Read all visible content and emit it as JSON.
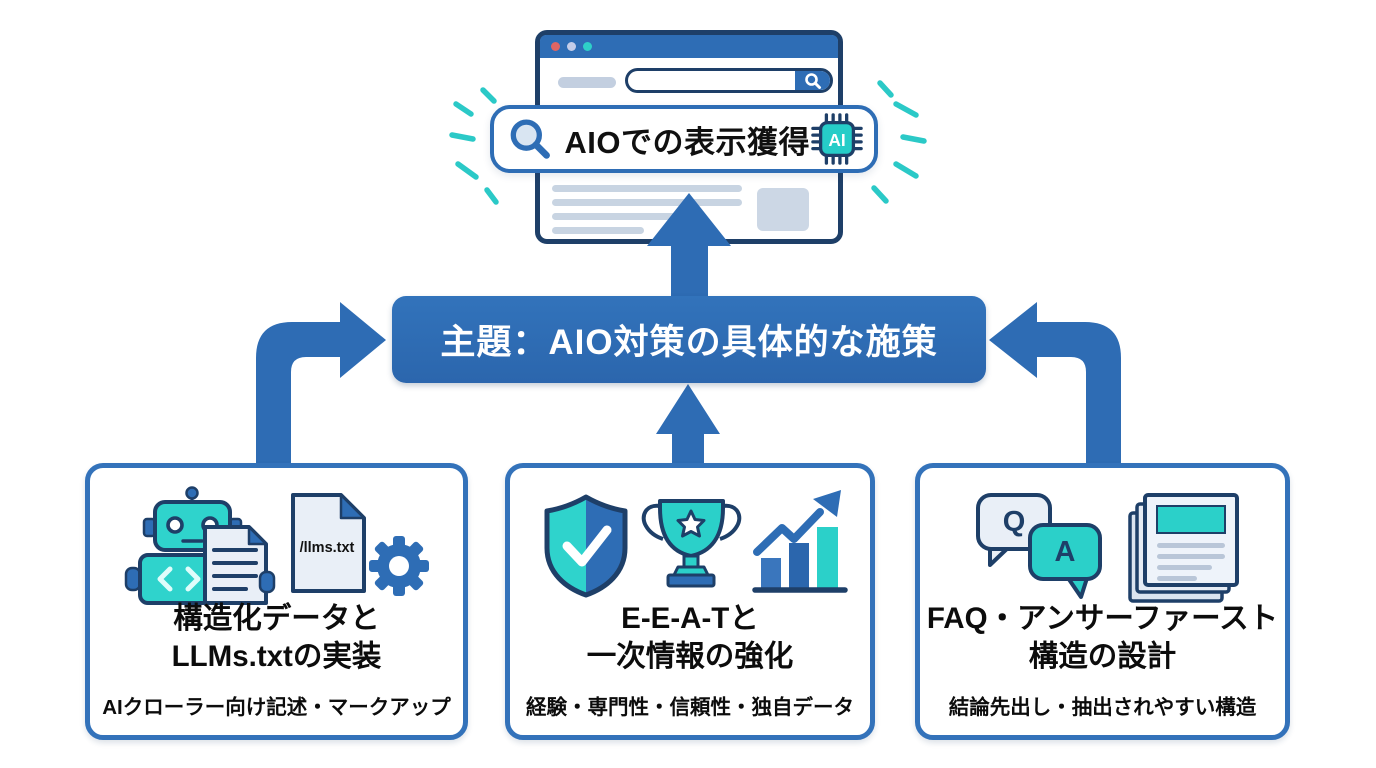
{
  "search_overlay": {
    "query": "AIOでの表示獲得",
    "chip": "AI"
  },
  "banner": {
    "text": "主題：AIO対策の具体的な施策"
  },
  "boxes": [
    {
      "title_line1": "構造化データと",
      "title_line2": "LLMs.txtの実装",
      "subtitle": "AIクローラー向け記述・マークアップ",
      "file_label": "/llms.txt",
      "icons": [
        "robot-icon",
        "document-icon",
        "llms-txt-file-icon",
        "gear-icon"
      ]
    },
    {
      "title_line1": "E-E-A-Tと",
      "title_line2": "一次情報の強化",
      "subtitle": "経験・専門性・信頼性・独自データ",
      "icons": [
        "shield-check-icon",
        "trophy-icon",
        "growth-chart-icon"
      ]
    },
    {
      "title_line1": "FAQ・アンサーファースト",
      "title_line2": "構造の設計",
      "subtitle": "結論先出し・抽出されやすい構造",
      "q_label": "Q",
      "a_label": "A",
      "icons": [
        "qa-speech-bubbles-icon",
        "article-stack-icon"
      ]
    }
  ],
  "colors": {
    "primary_blue": "#2e6cb4",
    "teal": "#2bd0c9",
    "navy_outline": "#1e3f68",
    "box_border": "#3372ba",
    "traffic_dots": [
      "#e06563",
      "#c4cde9",
      "#2ed0c8"
    ]
  }
}
